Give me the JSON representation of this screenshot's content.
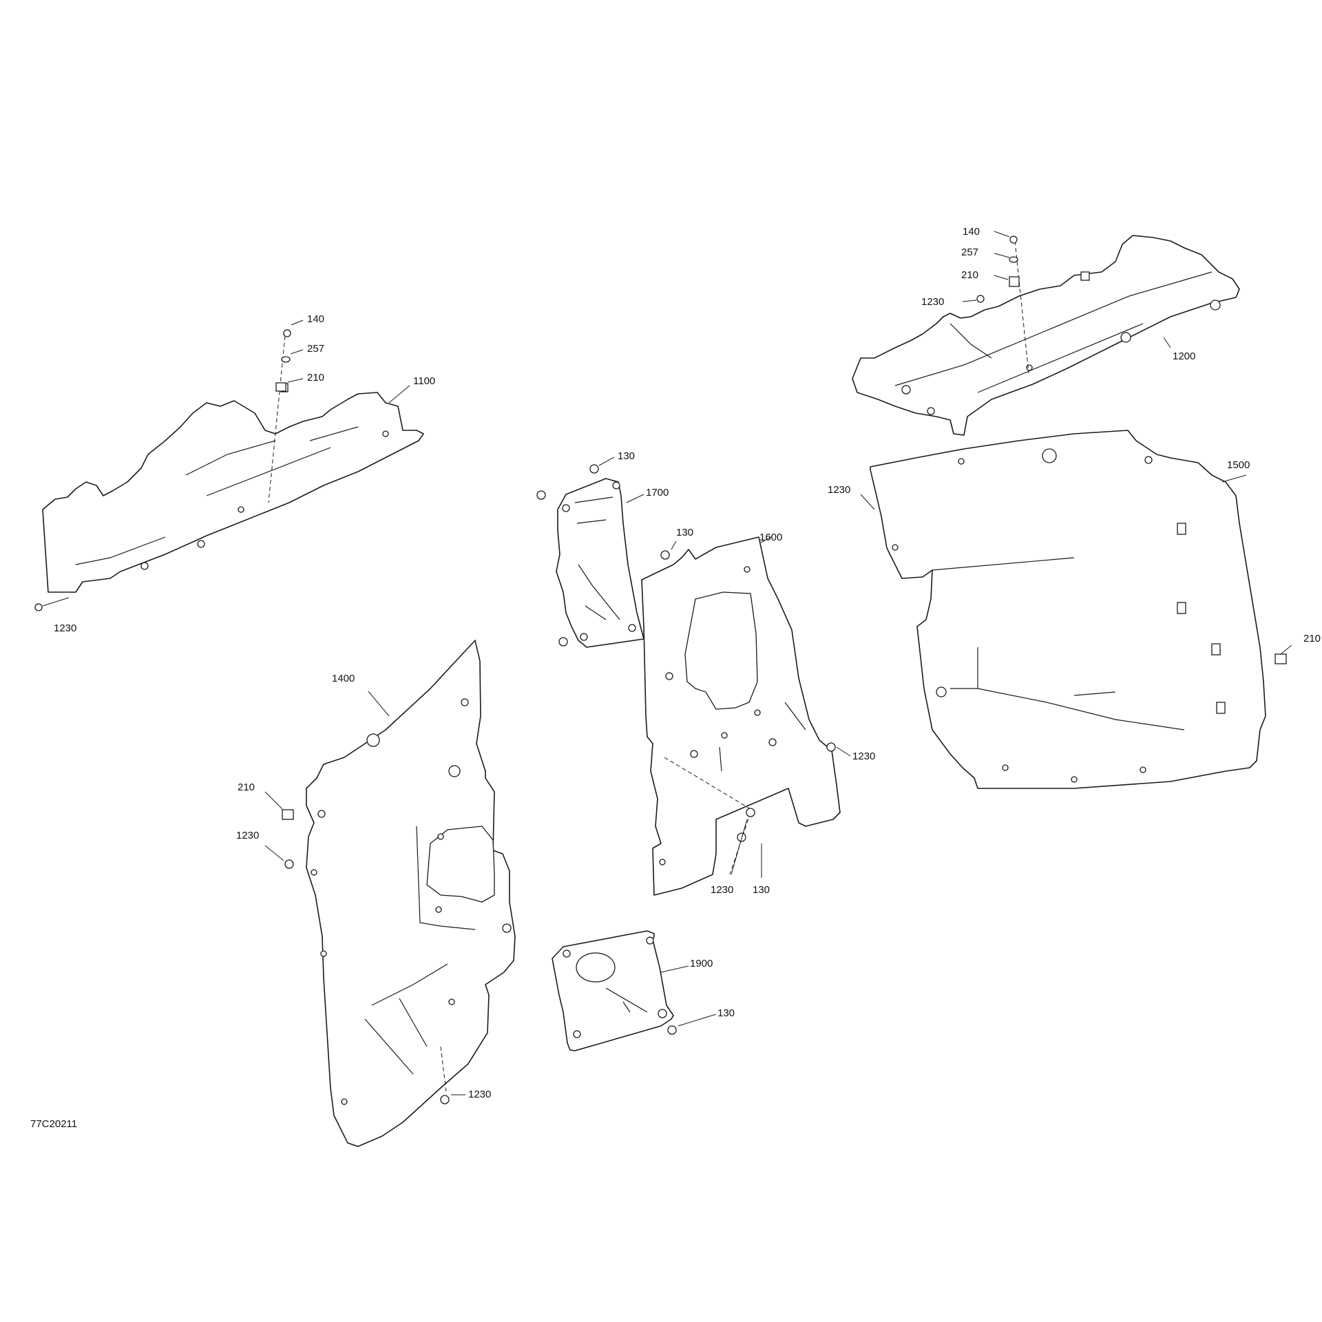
{
  "reference_code": "77C20211",
  "callouts": {
    "p1100": "1100",
    "p1100_140": "140",
    "p1100_257": "257",
    "p1100_210": "210",
    "p1100_1230": "1230",
    "p1200": "1200",
    "p1200_140": "140",
    "p1200_257": "257",
    "p1200_210": "210",
    "p1200_1230": "1230",
    "p1500": "1500",
    "p1500_1230": "1230",
    "p1500_210": "210",
    "p1700": "1700",
    "p1700_130": "130",
    "p1600": "1600",
    "p1600_130_top": "130",
    "p1600_1230_right": "1230",
    "p1600_1230_bottom": "1230",
    "p1600_130_bottom": "130",
    "p1400": "1400",
    "p1400_210": "210",
    "p1400_1230_left": "1230",
    "p1400_1230_bottom": "1230",
    "p1900": "1900",
    "p1900_130": "130"
  }
}
